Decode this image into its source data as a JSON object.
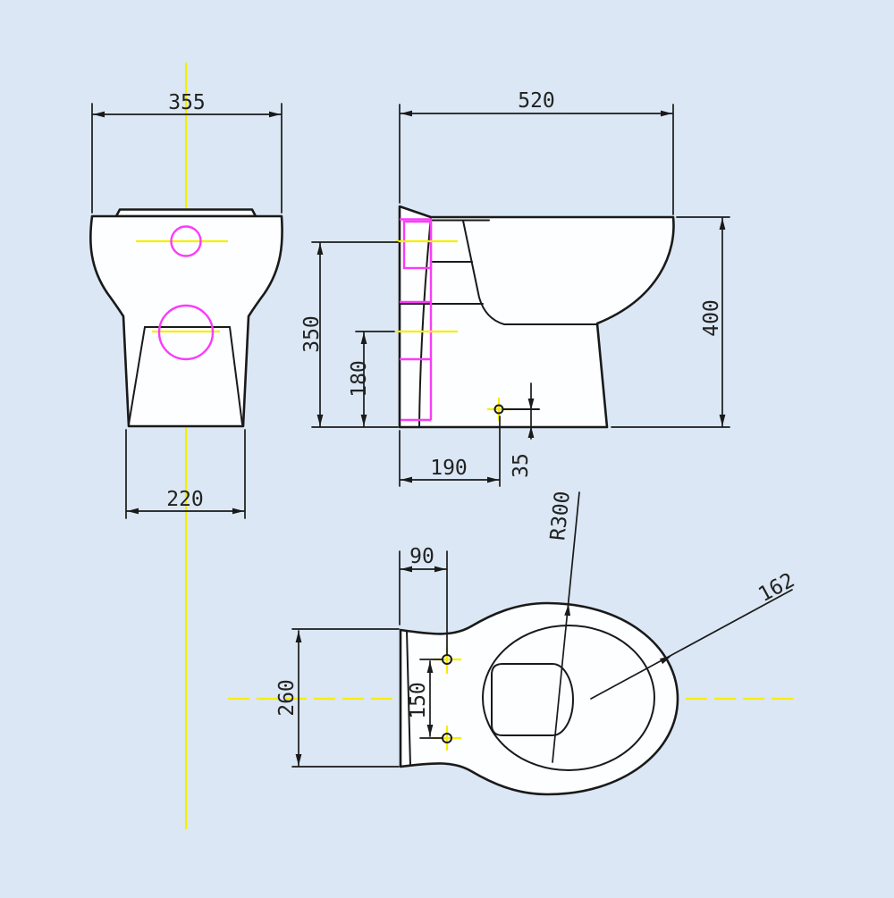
{
  "drawing": {
    "description": "Technical dimension drawing of a back-to-wall toilet pan, three orthographic views",
    "background_color": "#dbe7f4",
    "line_color": "#1a1a1a",
    "centerline_color": "#f6ee00",
    "highlight_color": "#fa3bfa",
    "body_fill": "#fdfeff"
  },
  "front_view": {
    "width": "355",
    "base_width": "220"
  },
  "side_view": {
    "depth": "520",
    "height": "400",
    "rim_height": "350",
    "outlet_height": "180",
    "outlet_setout": "190",
    "outlet_rise": "35"
  },
  "top_view": {
    "rear_width": "260",
    "fixing_offset": "90",
    "fixing_centres": "150",
    "seat_radius": "R300",
    "bowl_radius": "162"
  }
}
